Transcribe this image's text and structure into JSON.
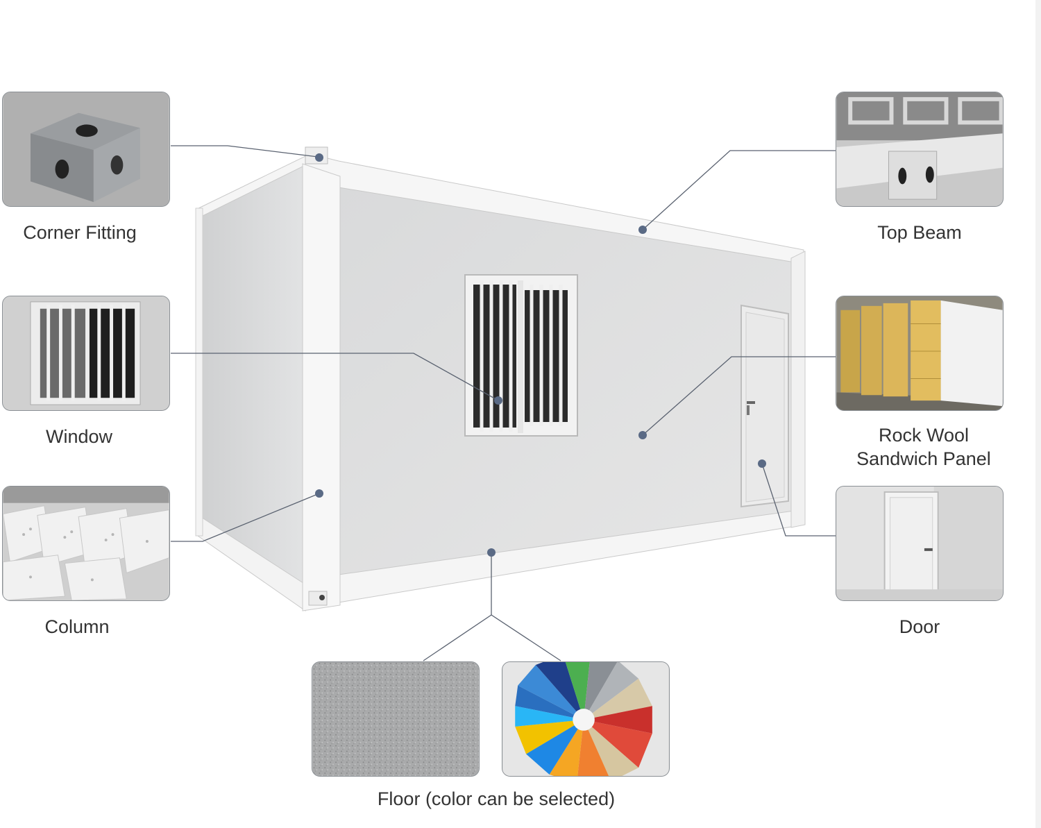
{
  "callouts": {
    "corner_fitting": "Corner Fitting",
    "top_beam": "Top Beam",
    "window": "Window",
    "rock_wool_line1": "Rock Wool",
    "rock_wool_line2": "Sandwich Panel",
    "column": "Column",
    "door": "Door",
    "floor": "Floor (color can be selected)"
  },
  "colors": {
    "leader_line": "#5a6270",
    "dot": "#5a6a85",
    "panel": "#dcdcdc",
    "frame": "#f4f4f4"
  }
}
